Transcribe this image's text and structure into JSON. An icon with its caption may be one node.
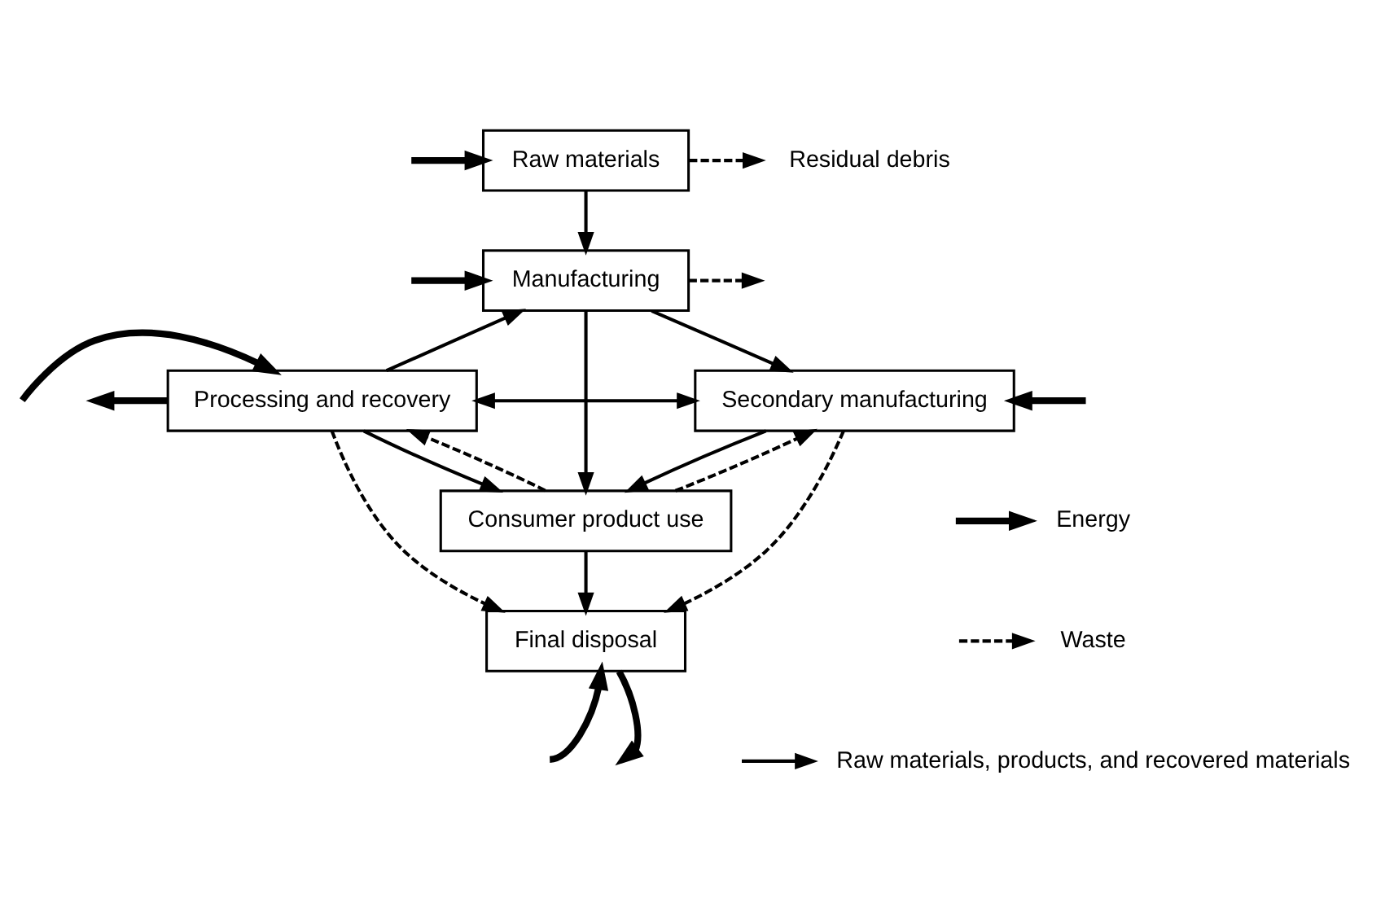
{
  "diagram": {
    "nodes": [
      {
        "text": [
          "Raw materials"
        ]
      },
      {
        "text": [
          "Manufacturing"
        ]
      },
      {
        "text": [
          "Processing and recovery"
        ]
      },
      {
        "text": [
          "Secondary manufacturing"
        ]
      },
      {
        "text": [
          "Consumer product use"
        ]
      },
      {
        "text": [
          "Final disposal"
        ]
      },
      {
        "text": [
          "Residual debris"
        ]
      }
    ],
    "edges": [
      {
        "from": null,
        "to": 0,
        "arrow": "to",
        "style": "thick"
      },
      {
        "from": 0,
        "to": 6,
        "arrow": "to",
        "style": "dashed"
      },
      {
        "from": 0,
        "to": 1,
        "arrow": "to"
      },
      {
        "from": null,
        "to": 1,
        "arrow": "to",
        "style": "thick"
      },
      {
        "from": 1,
        "to": null,
        "arrow": "to",
        "style": "dashed"
      },
      {
        "from": 2,
        "to": 1,
        "arrow": "to"
      },
      {
        "from": 1,
        "to": 3,
        "arrow": "to"
      },
      {
        "from": null,
        "to": 2,
        "arrow": "to",
        "style": "thick"
      },
      {
        "from": 2,
        "to": null,
        "arrow": "to",
        "style": "thick"
      },
      {
        "from": 2,
        "to": 3,
        "arrow": "both"
      },
      {
        "from": null,
        "to": 3,
        "arrow": "to",
        "style": "thick"
      },
      {
        "from": 1,
        "to": 4,
        "arrow": "to"
      },
      {
        "from": 4,
        "to": 2,
        "arrow": "to",
        "style": "dashed"
      },
      {
        "from": 4,
        "to": 3,
        "arrow": "to",
        "style": "dashed"
      },
      {
        "from": 2,
        "to": 4,
        "arrow": "to"
      },
      {
        "from": 3,
        "to": 4,
        "arrow": "to"
      },
      {
        "from": 4,
        "to": 5,
        "arrow": "to"
      },
      {
        "from": 2,
        "to": 5,
        "arrow": "to",
        "style": "dashed"
      },
      {
        "from": 3,
        "to": 5,
        "arrow": "to",
        "style": "dashed"
      },
      {
        "from": null,
        "to": 5,
        "arrow": "to",
        "style": "thick"
      },
      {
        "from": 5,
        "to": null,
        "arrow": "to",
        "style": "thick"
      }
    ],
    "legend": [
      {
        "text": "Energy"
      },
      {
        "text": "Waste"
      },
      {
        "text": "Raw materials, products, and recovered materials"
      }
    ]
  }
}
